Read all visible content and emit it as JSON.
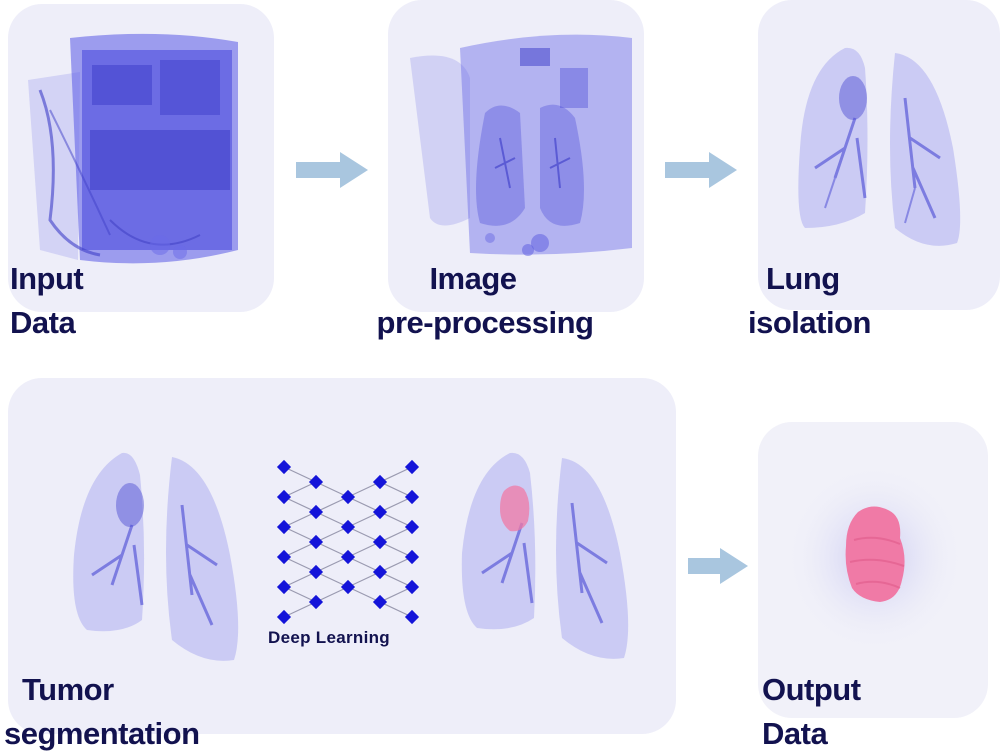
{
  "stages": {
    "input": {
      "line1": "Input",
      "line2": "Data"
    },
    "preprocessing": {
      "line1": "Image",
      "line2": "pre-processing"
    },
    "lung_isolation": {
      "line1": "Lung",
      "line2": "isolation"
    },
    "tumor_segmentation": {
      "line1": "Tumor",
      "line2": "segmentation"
    },
    "output": {
      "line1": "Output",
      "line2": "Data"
    }
  },
  "network": {
    "label": "Deep Learning"
  },
  "colors": {
    "panel": "#eeeef9",
    "label_text": "#12124f",
    "arrow": "#a9c6df",
    "scan_blue": "#5a5ae6",
    "tumor_pink": "#f07aa6",
    "network_node": "#1414d9"
  }
}
